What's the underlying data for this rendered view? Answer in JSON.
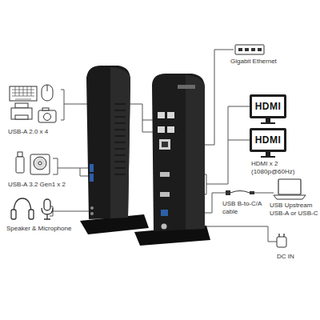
{
  "diagram": {
    "nodes": [
      {
        "text": [
          "HDMI"
        ]
      },
      {
        "text": [
          "HDMI"
        ]
      }
    ],
    "labels": [
      "Gigabit Ethernet",
      "HDMI x 2 (1080p@60Hz)",
      "USB-A 2.0 x 4",
      "USB-A 3.2 Gen1 x 2",
      "Speaker & Microphone",
      "USB B-to-C/A cable",
      "USB Upstream USB-A or USB-C",
      "DC IN"
    ]
  }
}
